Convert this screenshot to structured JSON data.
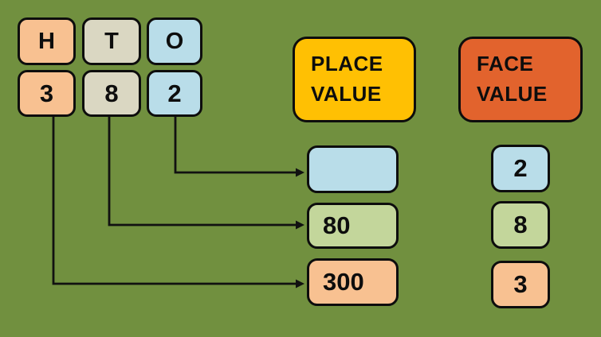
{
  "colors": {
    "background": "#71903F",
    "peach": "#F8C191",
    "tan": "#DAD7C2",
    "blue": "#B9DDE9",
    "green": "#C3D69B",
    "gold": "#FFC003",
    "orange_red": "#E2632D",
    "outline": "#0d0d0d",
    "arrow": "#111111"
  },
  "number": {
    "columns": [
      {
        "header": "H",
        "digit": "3",
        "color": "peach"
      },
      {
        "header": "T",
        "digit": "8",
        "color": "tan"
      },
      {
        "header": "O",
        "digit": "2",
        "color": "blue"
      }
    ]
  },
  "place_value": {
    "title": [
      "PLACE",
      "VALUE"
    ],
    "items": [
      {
        "value": "",
        "color": "blue"
      },
      {
        "value": "80",
        "color": "green"
      },
      {
        "value": "300",
        "color": "peach"
      }
    ]
  },
  "face_value": {
    "title": [
      "FACE",
      "VALUE"
    ],
    "items": [
      {
        "value": "2",
        "color": "blue"
      },
      {
        "value": "8",
        "color": "green"
      },
      {
        "value": "3",
        "color": "peach"
      }
    ]
  }
}
